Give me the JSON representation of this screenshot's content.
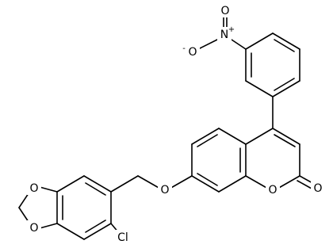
{
  "labels": {
    "nitro_n": "N",
    "nitro_n_charge": "+",
    "nitro_o_top": "O",
    "nitro_o_left": "O",
    "nitro_o_left_charge": "-",
    "ether_o": "O",
    "ring_o": "O",
    "carbonyl_o": "O",
    "dioxole_o_top": "O",
    "dioxole_o_bottom": "O",
    "chlorine": "Cl"
  },
  "colors": {
    "bond": "#000000",
    "text": "#000000",
    "background": "#ffffff"
  }
}
